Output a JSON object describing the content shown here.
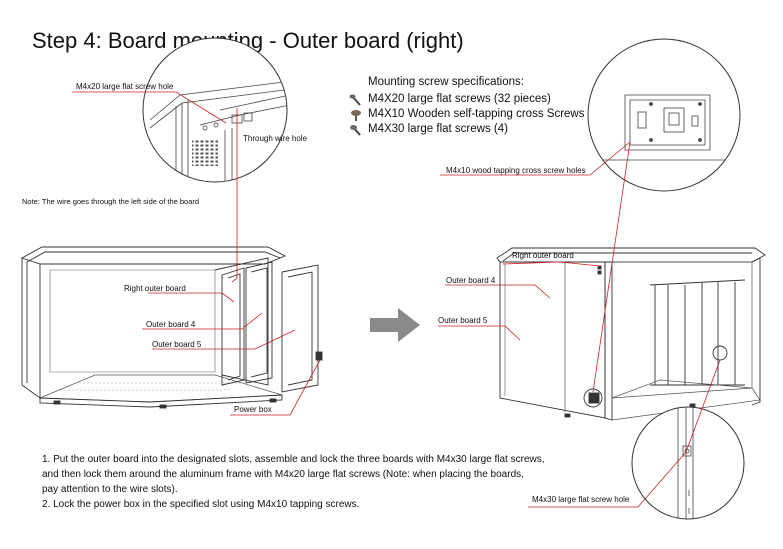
{
  "title": "Step 4: Board mounting - Outer board (right)",
  "specs": {
    "heading": "Mounting screw specifications:",
    "items": [
      {
        "label": "M4X20 large flat screws (32 pieces)",
        "icon": "flat-screw-icon"
      },
      {
        "label": "M4X10 Wooden self-tapping cross Screws (4)",
        "icon": "wood-screw-icon"
      },
      {
        "label": "M4X30 large flat screws (4)",
        "icon": "flat-screw-icon"
      }
    ]
  },
  "callouts": {
    "screw_hole": "M4x20 large flat screw hole",
    "through_wire": "Through wire hole",
    "note": "Note: The wire goes through the left side of the board",
    "right_outer_board_left": "Right outer board",
    "outer_board_4_left": "Outer board 4",
    "outer_board_5_left": "Outer board 5",
    "power_box": "Power  box",
    "wood_tapping": "M4x10 wood tapping cross screw holes",
    "right_outer_board_right": "Right outer board",
    "outer_board_4_right": "Outer board 4",
    "outer_board_5_right": "Outer board 5",
    "m4x30_hole": "M4x30 large flat screw hole"
  },
  "instructions": [
    "1. Put the  outer board into the designated slots, assemble and lock the three boards with M4x30 large flat screws,",
    "and then lock them around the aluminum frame with M4x20 large flat screws (Note: when placing the boards,",
    "pay attention to the wire slots).",
    "2. Lock the power box in the specified slot using M4x10 tapping screws."
  ],
  "colors": {
    "callout_line": "#d42020",
    "drawing_line": "#333333",
    "arrow": "#8a8a8a"
  }
}
